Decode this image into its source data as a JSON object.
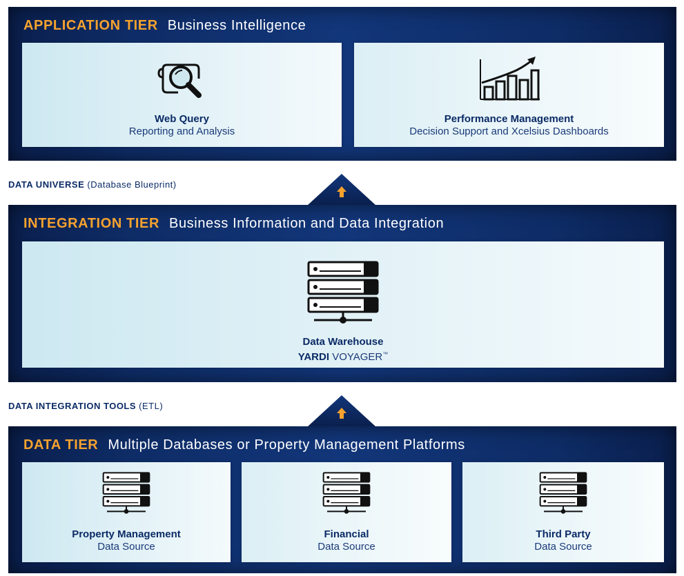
{
  "application_tier": {
    "name": "APPLICATION TIER",
    "subtitle": "Business Intelligence",
    "cards": [
      {
        "title": "Web Query",
        "subtitle": "Reporting and Analysis",
        "icon": "magnifier-document-icon"
      },
      {
        "title": "Performance Management",
        "subtitle": "Decision Support and Xcelsius Dashboards",
        "icon": "growth-chart-icon"
      }
    ]
  },
  "data_universe": {
    "label": "DATA UNIVERSE",
    "paren": "(Database Blueprint)"
  },
  "integration_tier": {
    "name": "INTEGRATION TIER",
    "subtitle": "Business Information and Data Integration",
    "card": {
      "title": "Data Warehouse",
      "brand": "YARDI",
      "product": "VOYAGER",
      "trademark": "™",
      "icon": "server-stack-icon"
    }
  },
  "data_integration_tools": {
    "label": "DATA INTEGRATION TOOLS",
    "paren": "(ETL)"
  },
  "data_tier": {
    "name": "DATA TIER",
    "subtitle": "Multiple Databases or Property Management Platforms",
    "cards": [
      {
        "title": "Property Management",
        "subtitle": "Data Source",
        "icon": "server-stack-icon"
      },
      {
        "title": "Financial",
        "subtitle": "Data Source",
        "icon": "server-stack-icon"
      },
      {
        "title": "Third Party",
        "subtitle": "Data Source",
        "icon": "server-stack-icon"
      }
    ]
  },
  "colors": {
    "tier_background": "#12367a",
    "tier_name": "#f6a22e",
    "card_text": "#0b2b66",
    "arrow": "#f6a22e"
  }
}
